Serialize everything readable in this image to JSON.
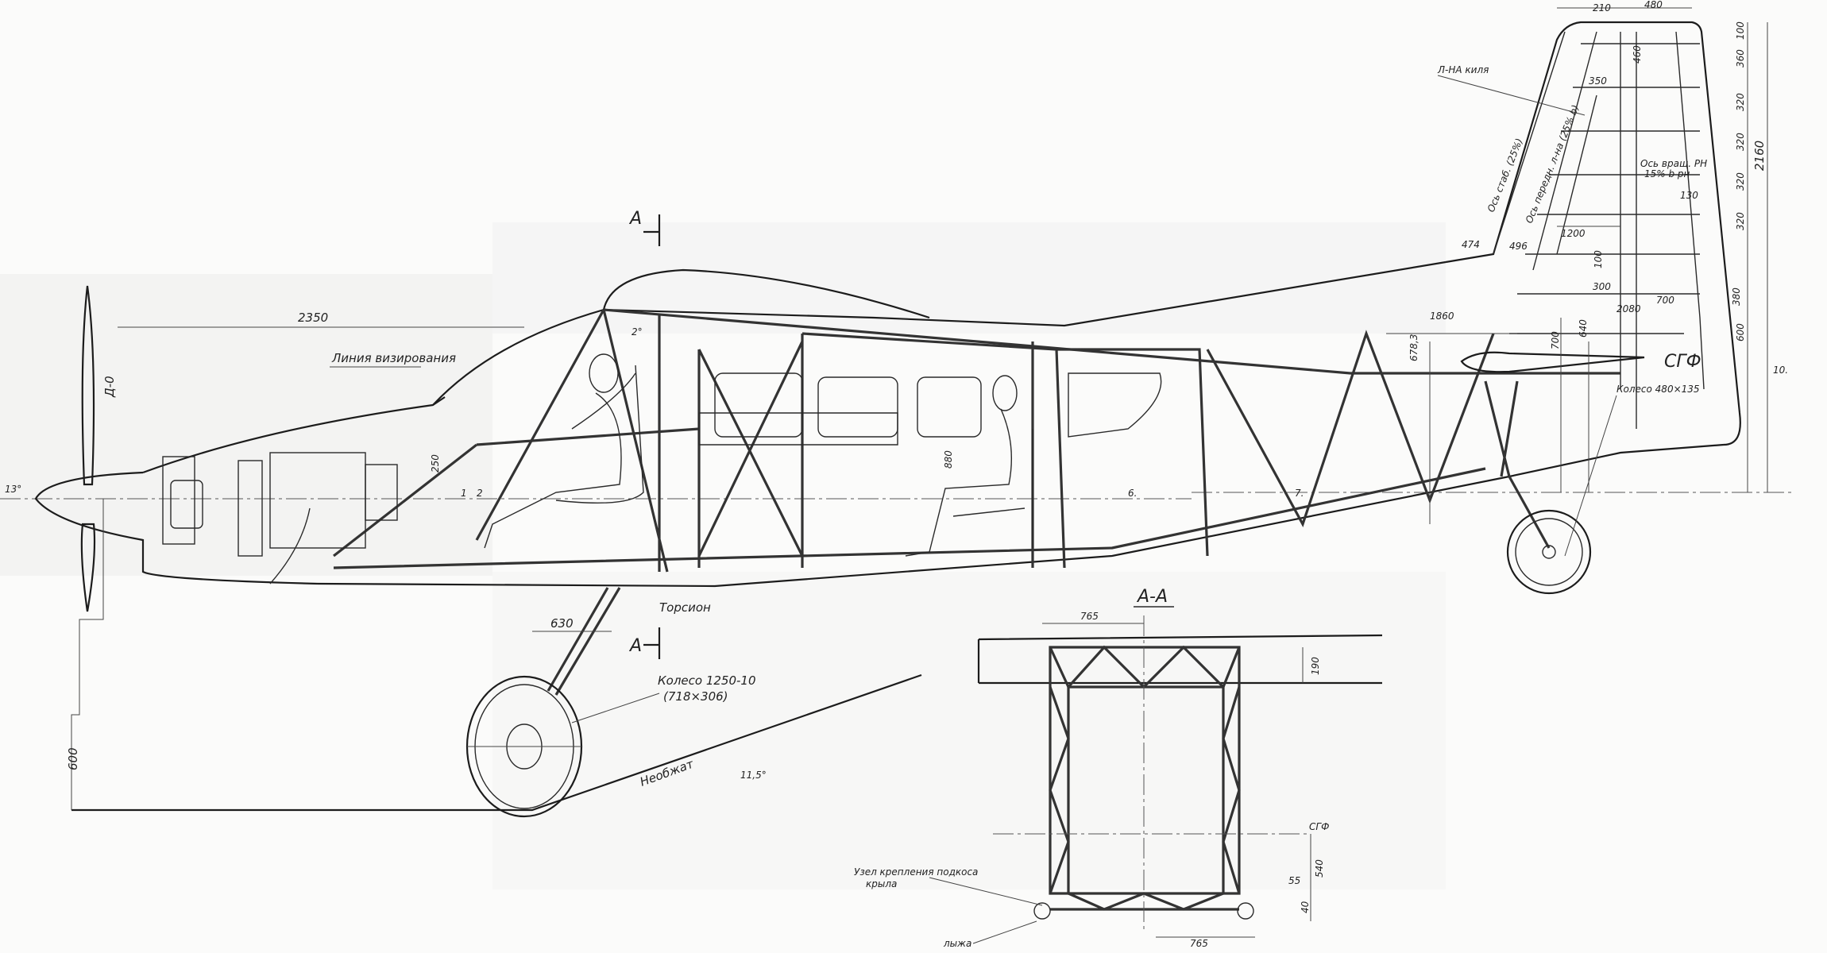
{
  "side_view": {
    "dim_2350": "2350",
    "sight_line": "Линия визирования",
    "prop_diameter": "Д-0",
    "angle_13": "13°",
    "section_mark_top": "A",
    "section_mark_bottom": "A",
    "angle_2": "2°",
    "dim_250": "250",
    "dim_880": "880",
    "torsion": "Торсион",
    "dim_630": "630",
    "main_wheel": "Колесо 1250-10",
    "main_wheel_size": "(718×306)",
    "dim_600_left": "600",
    "uncompressed": "Необжат",
    "angle_11_5": "11,5°",
    "station_1": "1",
    "station_2": "2",
    "station_6": "6.",
    "station_7": "7."
  },
  "tail": {
    "fin_spar": "Л-НА киля",
    "axis_stab": "Ось стаб. (25%)",
    "axis_front_spar": "Ось передн. л-на (25% b)",
    "rudder_axis": "Ось вращ. РН",
    "rudder_axis_pct": "15% b рн",
    "dims": [
      "210",
      "480",
      "460",
      "350",
      "100",
      "360",
      "320",
      "320",
      "320",
      "320",
      "2160",
      "130",
      "1200",
      "474",
      "496",
      "100",
      "300",
      "380",
      "600",
      "700",
      "2080",
      "1860",
      "678,3",
      "700",
      "640",
      "10."
    ],
    "sgf": "СГФ",
    "tail_wheel": "Колесо 480×135"
  },
  "section": {
    "title": "А-А",
    "dim_765_top": "765",
    "dim_190": "190",
    "sgf": "СГФ",
    "dim_540": "540",
    "dim_55": "55",
    "dim_40": "40",
    "dim_765_bottom": "765",
    "strut_node": "Узел крепления подкоса",
    "strut_node_2": "крыла",
    "ski": "лыжа"
  }
}
